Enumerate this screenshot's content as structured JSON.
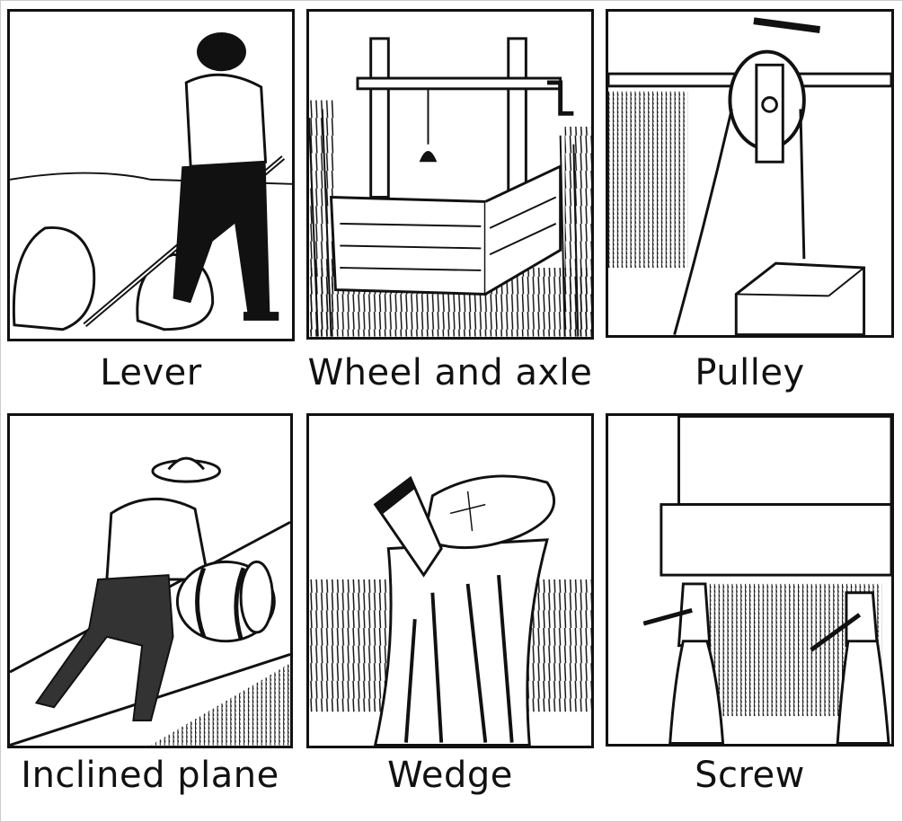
{
  "panels": [
    {
      "id": "lever",
      "label": "Lever"
    },
    {
      "id": "wheel-and-axle",
      "label": "Wheel and axle"
    },
    {
      "id": "pulley",
      "label": "Pulley"
    },
    {
      "id": "inclined-plane",
      "label": "Inclined plane"
    },
    {
      "id": "wedge",
      "label": "Wedge"
    },
    {
      "id": "screw",
      "label": "Screw"
    }
  ]
}
